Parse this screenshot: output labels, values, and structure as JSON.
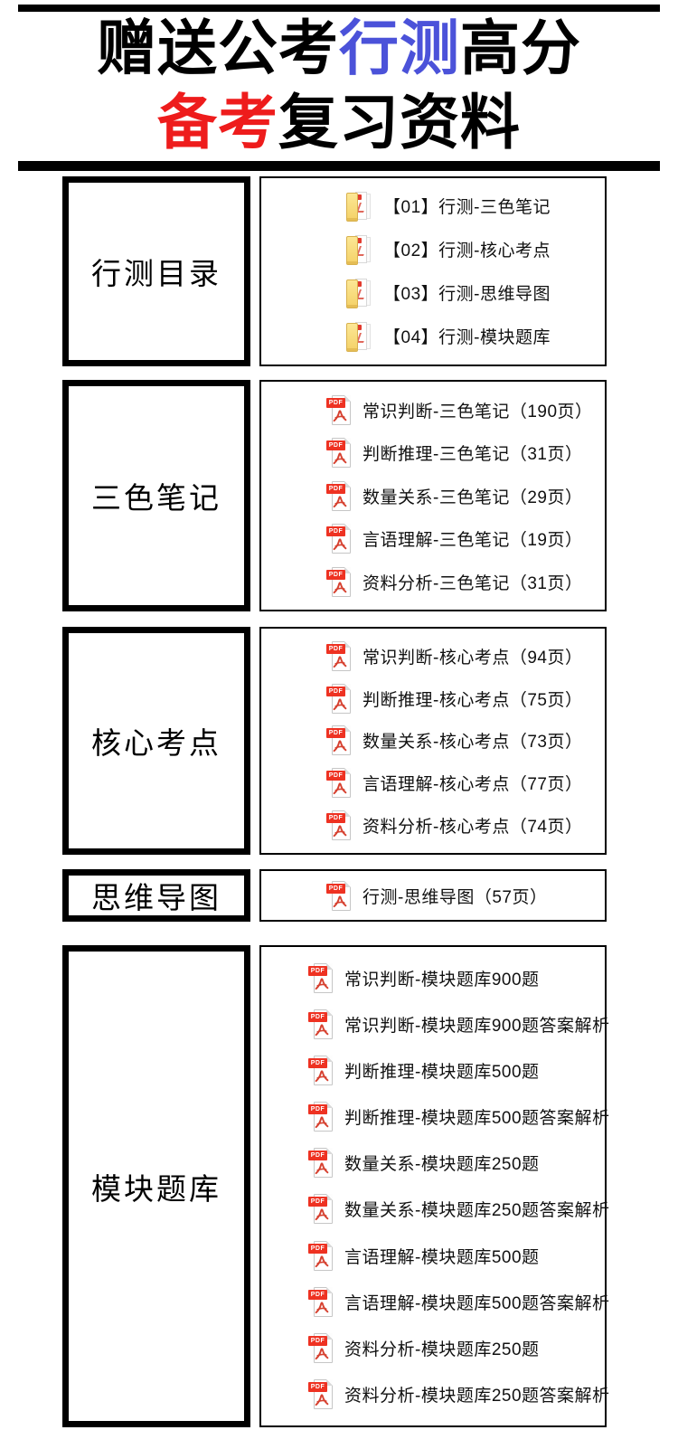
{
  "header": {
    "title_line1": [
      {
        "text": "赠送公考",
        "color": "#000000"
      },
      {
        "text": "行测",
        "color": "#4b52d9"
      },
      {
        "text": "高分",
        "color": "#000000"
      }
    ],
    "title_line2": [
      {
        "text": "备考",
        "color": "#ee1c1c"
      },
      {
        "text": "复习资料",
        "color": "#000000"
      }
    ]
  },
  "colors": {
    "accent_blue": "#4b52d9",
    "accent_red": "#ee1c1c",
    "pdf_red": "#ee3222",
    "folder_yellow": "#f4d167",
    "bar_black": "#000000"
  },
  "icons": {
    "pdf_badge": "PDF"
  },
  "sections": [
    {
      "label": "行测目录",
      "icon": "folder",
      "items": [
        "【01】行测-三色笔记",
        "【02】行测-核心考点",
        "【03】行测-思维导图",
        "【04】行测-模块题库"
      ]
    },
    {
      "label": "三色笔记",
      "icon": "pdf",
      "items": [
        "常识判断-三色笔记（190页）",
        "判断推理-三色笔记（31页）",
        "数量关系-三色笔记（29页）",
        "言语理解-三色笔记（19页）",
        "资料分析-三色笔记（31页）"
      ]
    },
    {
      "label": "核心考点",
      "icon": "pdf",
      "items": [
        "常识判断-核心考点（94页）",
        "判断推理-核心考点（75页）",
        "数量关系-核心考点（73页）",
        "言语理解-核心考点（77页）",
        "资料分析-核心考点（74页）"
      ]
    },
    {
      "label": "思维导图",
      "icon": "pdf",
      "items": [
        "行测-思维导图（57页）"
      ]
    },
    {
      "label": "模块题库",
      "icon": "pdf",
      "items": [
        "常识判断-模块题库900题",
        "常识判断-模块题库900题答案解析",
        "判断推理-模块题库500题",
        "判断推理-模块题库500题答案解析",
        "数量关系-模块题库250题",
        "数量关系-模块题库250题答案解析",
        "言语理解-模块题库500题",
        "言语理解-模块题库500题答案解析",
        "资料分析-模块题库250题",
        "资料分析-模块题库250题答案解析"
      ]
    }
  ]
}
